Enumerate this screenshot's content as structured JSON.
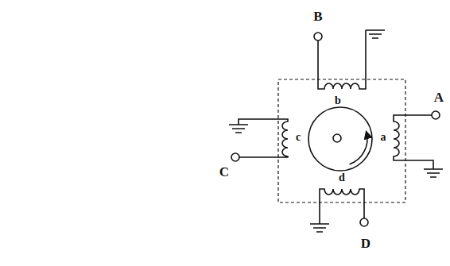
{
  "diagram": {
    "labels": [
      "B",
      "b",
      "A",
      "a",
      "c",
      "C",
      "d",
      "D"
    ]
  }
}
